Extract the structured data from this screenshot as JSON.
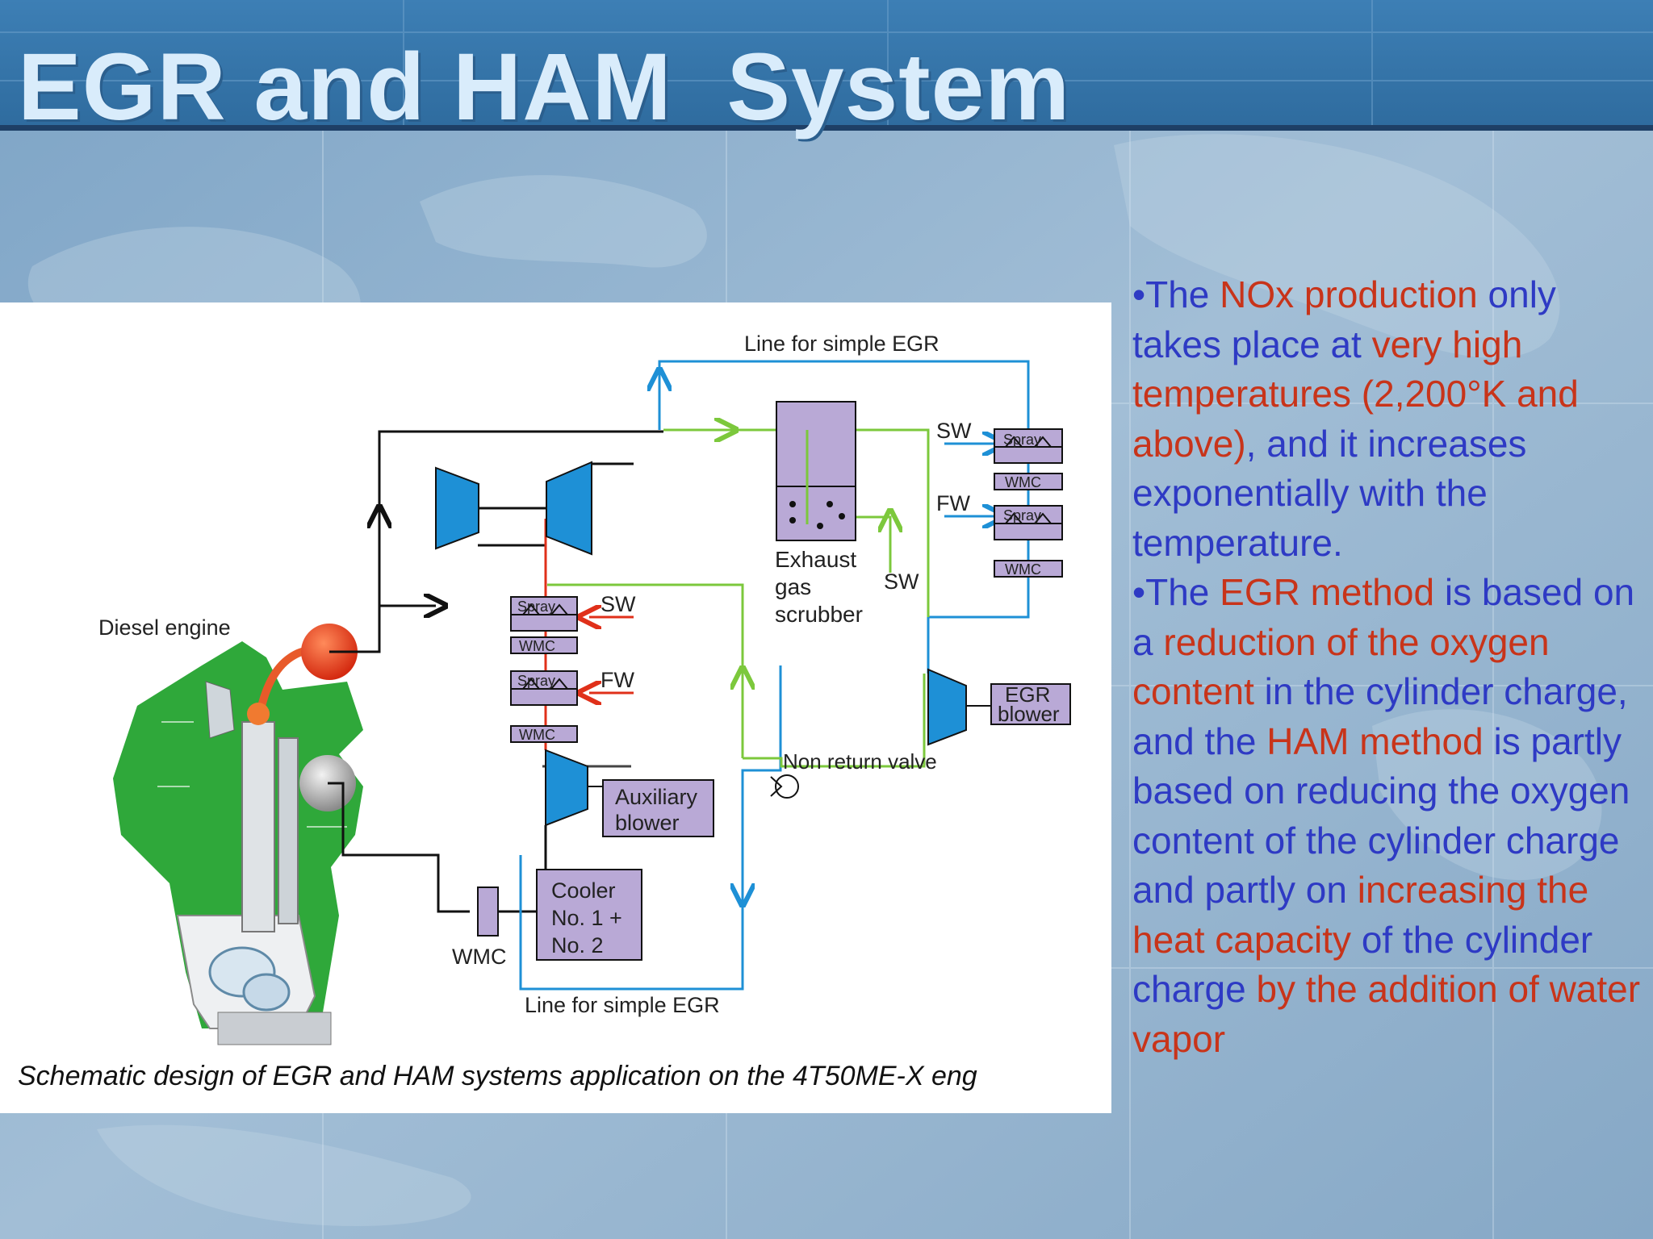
{
  "slide": {
    "title": "EGR and HAM  System"
  },
  "figure": {
    "caption": "Schematic design of EGR and HAM systems application on the 4T50ME-X eng",
    "labels": {
      "line_top": "Line for simple EGR",
      "line_bottom": "Line for simple EGR",
      "diesel_engine": "Diesel engine",
      "exhaust_1": "Exhaust",
      "exhaust_2": "gas",
      "exhaust_3": "scrubber",
      "sw": "SW",
      "fw": "FW",
      "spray": "Spray",
      "wmc": "WMC",
      "egr_blower_1": "EGR",
      "egr_blower_2": "blower",
      "non_return_valve": "Non return valve",
      "aux_blower_1": "Auxiliary",
      "aux_blower_2": "blower",
      "cooler_1": "Cooler",
      "cooler_2": "No. 1 +",
      "cooler_3": "No. 2"
    }
  },
  "bullets": [
    {
      "segments": [
        {
          "text": "•The ",
          "highlight": false
        },
        {
          "text": "NOx production",
          "highlight": true
        },
        {
          "text": " only takes place at ",
          "highlight": false
        },
        {
          "text": "very high temperatures (2,200°K and above)",
          "highlight": true
        },
        {
          "text": ", and it increases exponentially with the temperature.",
          "highlight": false
        }
      ]
    },
    {
      "segments": [
        {
          "text": "•The ",
          "highlight": false
        },
        {
          "text": "EGR method",
          "highlight": true
        },
        {
          "text": " is based on a ",
          "highlight": false
        },
        {
          "text": "reduction of the oxygen content",
          "highlight": true
        },
        {
          "text": " in the cylinder charge, and the ",
          "highlight": false
        },
        {
          "text": "HAM method",
          "highlight": true
        },
        {
          "text": " is partly based on reducing the oxygen content of the cylinder charge and partly on ",
          "highlight": false
        },
        {
          "text": "increasing the heat capacity",
          "highlight": true
        },
        {
          "text": " of the cylinder charge ",
          "highlight": false
        },
        {
          "text": "by the addition of water vapor",
          "highlight": true
        }
      ]
    }
  ],
  "colors": {
    "title": "#d9ecfb",
    "body_text": "#2e3ac4",
    "highlight_text": "#c8341a",
    "pipe_blue": "#1e90d6",
    "pipe_green": "#7cc83c",
    "pipe_red": "#e0301a",
    "component_fill": "#b9a9d6"
  }
}
